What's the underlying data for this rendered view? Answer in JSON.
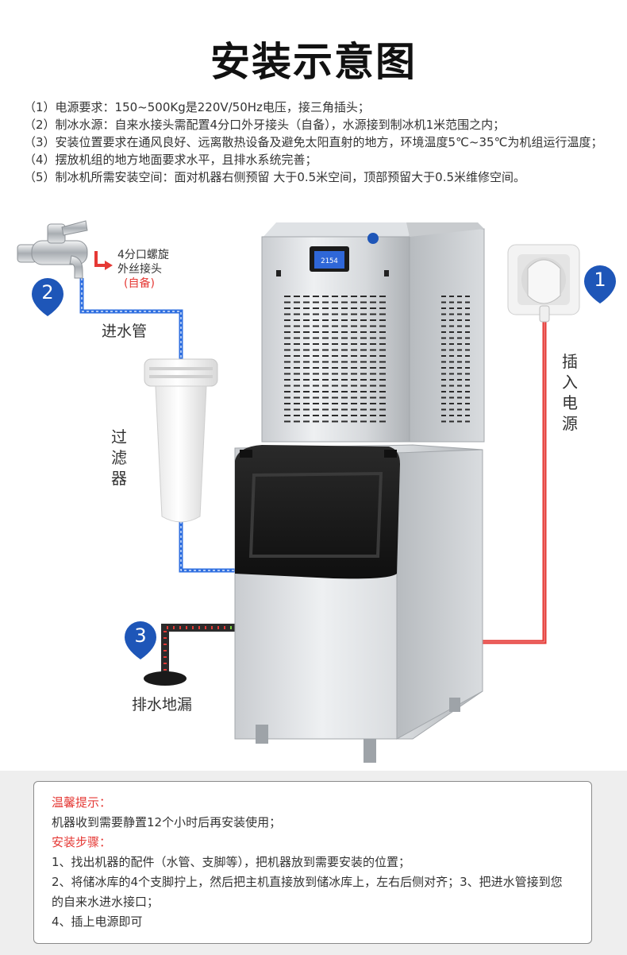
{
  "title": "安装示意图",
  "requirements": [
    "（1）电源要求：150~500Kg是220V/50Hz电压，接三角插头；",
    "（2）制冰水源：自来水接头需配置4分口外牙接头（自备），水源接到制冰机1米范围之内；",
    "（3）安装位置要求在通风良好、远离散热设备及避免太阳直射的地方，环境温度5℃~35℃为机组运行温度；",
    "（4）摆放机组的地方地面要求水平，且排水系统完善；",
    "（5）制冰机所需安装空间：面对机器右侧预留 大于0.5米空间，顶部预留大于0.5米维修空间。"
  ],
  "diagram": {
    "fitting_line1": "4分口螺旋",
    "fitting_line2": "外丝接头",
    "fitting_note": "(自备)",
    "water_pipe_label": "进水管",
    "filter_label": "过滤器",
    "power_label": "插入电源",
    "drain_label": "排水地漏",
    "display_value": "2154",
    "pins": [
      {
        "num": "1"
      },
      {
        "num": "2"
      },
      {
        "num": "3"
      }
    ],
    "colors": {
      "water_pipe": "#2f6fe0",
      "power_cord": "#e53935",
      "pin": "#1e56b8"
    }
  },
  "tips": {
    "warm_title": "温馨提示：",
    "warm_text": "机器收到需要静置12个小时后再安装使用；",
    "steps_title": "安装步骤：",
    "step1": "1、找出机器的配件（水管、支脚等），把机器放到需要安装的位置；",
    "step2": "2、将储冰库的4个支脚拧上，然后把主机直接放到储冰库上，左右后侧对齐；3、把进水管接到您的自来水进水接口；",
    "step4": "4、插上电源即可"
  }
}
